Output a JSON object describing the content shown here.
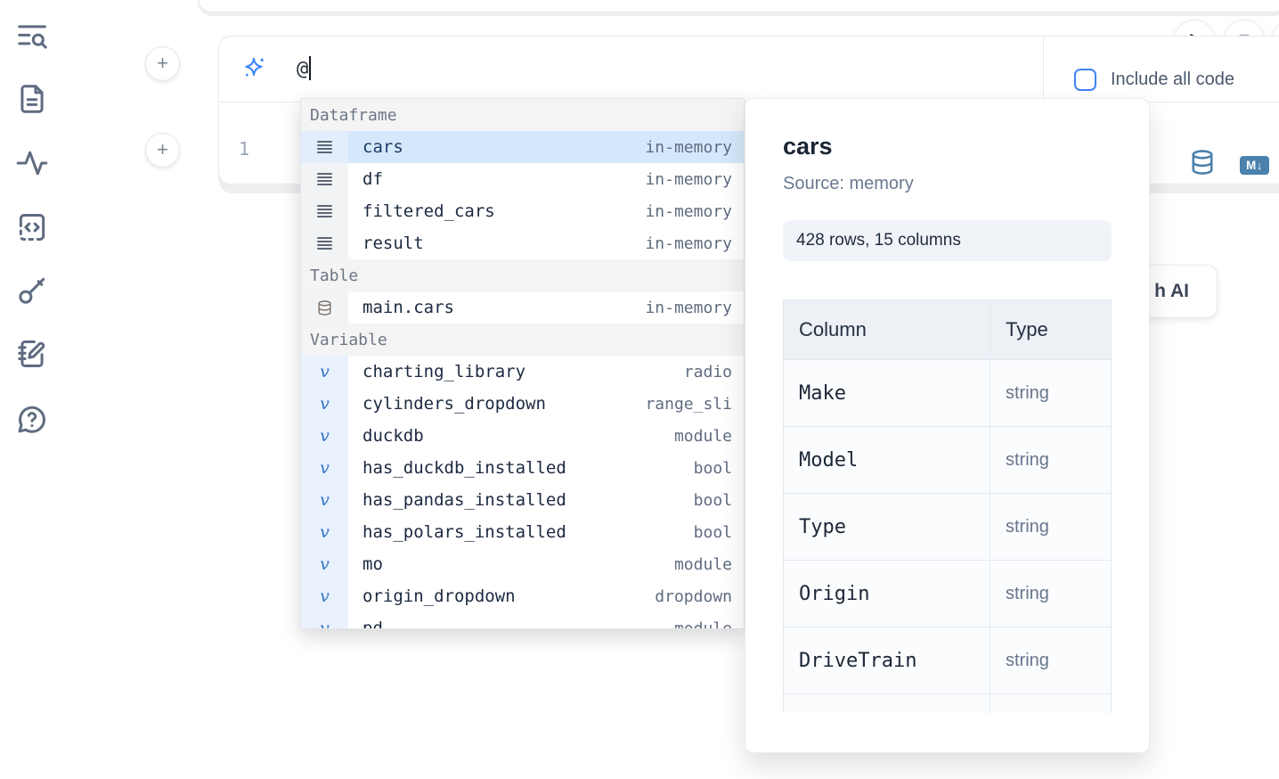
{
  "sidebar": {
    "icons": [
      "text-search",
      "file-document",
      "activity",
      "code-snippet",
      "key",
      "notebook-pen",
      "help-chat"
    ]
  },
  "run_controls": {
    "play": "run",
    "stop": "interrupt"
  },
  "prompt_cell": {
    "value": "@",
    "include_all_code_label": "Include all code"
  },
  "editor_cell": {
    "line_number": "1",
    "icons": [
      "database",
      "markdown-export"
    ]
  },
  "ai_button": {
    "label": "h AI"
  },
  "autocomplete": {
    "sections": [
      {
        "label": "Dataframe",
        "items": [
          {
            "name": "cars",
            "type": "in-memory",
            "selected": true
          },
          {
            "name": "df",
            "type": "in-memory"
          },
          {
            "name": "filtered_cars",
            "type": "in-memory"
          },
          {
            "name": "result",
            "type": "in-memory"
          }
        ]
      },
      {
        "label": "Table",
        "items": [
          {
            "name": "main.cars",
            "type": "in-memory"
          }
        ]
      },
      {
        "label": "Variable",
        "items": [
          {
            "name": "charting_library",
            "type": "radio"
          },
          {
            "name": "cylinders_dropdown",
            "type": "range_sli"
          },
          {
            "name": "duckdb",
            "type": "module"
          },
          {
            "name": "has_duckdb_installed",
            "type": "bool"
          },
          {
            "name": "has_pandas_installed",
            "type": "bool"
          },
          {
            "name": "has_polars_installed",
            "type": "bool"
          },
          {
            "name": "mo",
            "type": "module"
          },
          {
            "name": "origin_dropdown",
            "type": "dropdown"
          },
          {
            "name": "pd",
            "type": "module"
          }
        ]
      }
    ]
  },
  "popup": {
    "title": "cars",
    "source": "Source: memory",
    "shape": "428 rows, 15 columns",
    "table": {
      "headers": [
        "Column",
        "Type"
      ],
      "rows": [
        [
          "Make",
          "string"
        ],
        [
          "Model",
          "string"
        ],
        [
          "Type",
          "string"
        ],
        [
          "Origin",
          "string"
        ],
        [
          "DriveTrain",
          "string"
        ]
      ]
    }
  },
  "colors": {
    "accent_blue": "#3b82f6",
    "steel_blue": "#4a81ad",
    "selection_blue": "#d5e8fb",
    "sidebar_icon": "#5f6b80"
  }
}
